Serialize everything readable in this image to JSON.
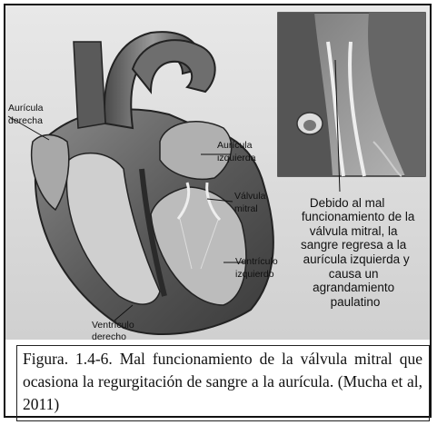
{
  "labels": {
    "right_atrium_line1": "Aurícula",
    "right_atrium_line2": "derecha",
    "left_atrium_line1": "Aurícula",
    "left_atrium_line2": "izquierda",
    "mitral_valve_line1": "Válvula",
    "mitral_valve_line2": "mitral",
    "left_ventricle_line1": "Ventrículo",
    "left_ventricle_line2": "izquierdo",
    "right_ventricle_line1": "Ventrículo",
    "right_ventricle_line2": "derecho"
  },
  "note_lines": [
    "Debido al mal",
    "funcionamiento de la",
    "válvula mitral, la",
    "sangre regresa a la",
    "aurícula izquierda y",
    "causa un",
    "agrandamiento",
    "paulatino"
  ],
  "caption": "Figura. 1.4-6. Mal funcionamiento de la válvula mitral que ocasiona la regurgitación de sangre a la aurícula. (Mucha et al, 2011)"
}
